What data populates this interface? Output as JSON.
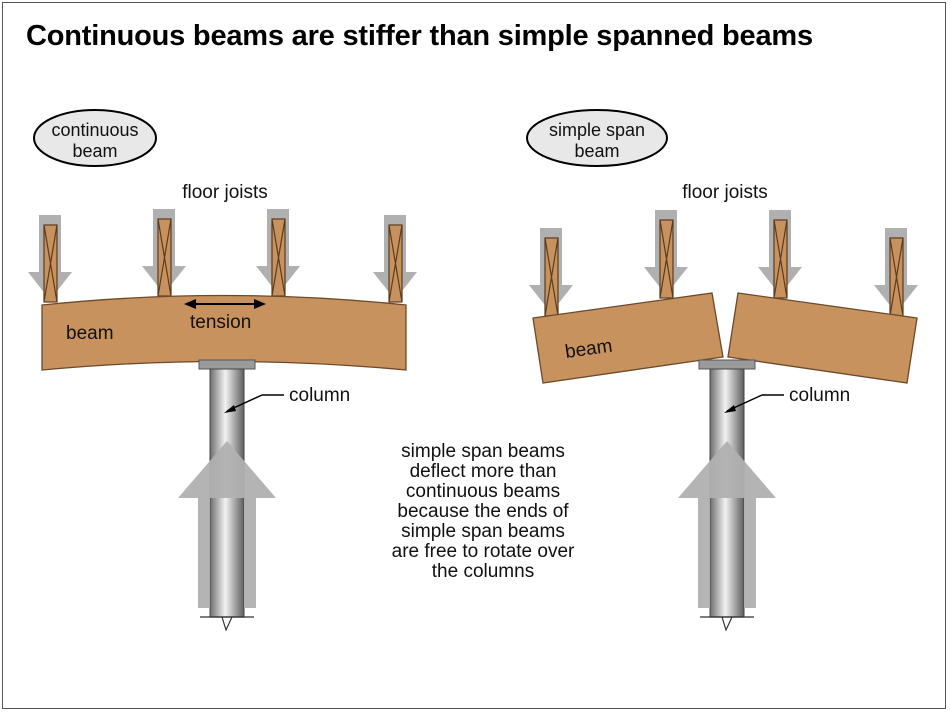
{
  "title": "Continuous beams are stiffer than simple spanned beams",
  "left": {
    "badge_line1": "continuous",
    "badge_line2": "beam",
    "joists_label": "floor joists",
    "beam_label": "beam",
    "tension_label": "tension",
    "column_label": "column"
  },
  "right": {
    "badge_line1": "simple span",
    "badge_line2": "beam",
    "joists_label": "floor joists",
    "beam_label": "beam",
    "column_label": "column"
  },
  "note_lines": [
    "simple span beams",
    "deflect more than",
    "continuous beams",
    "because the ends of",
    "simple span beams",
    "are free to rotate over",
    "the columns"
  ],
  "colors": {
    "wood": "#c8925e",
    "wood_edge": "#6b4a2a",
    "arrow_gray": "#b0b0b0",
    "column_gray": "#8a8a8a"
  }
}
